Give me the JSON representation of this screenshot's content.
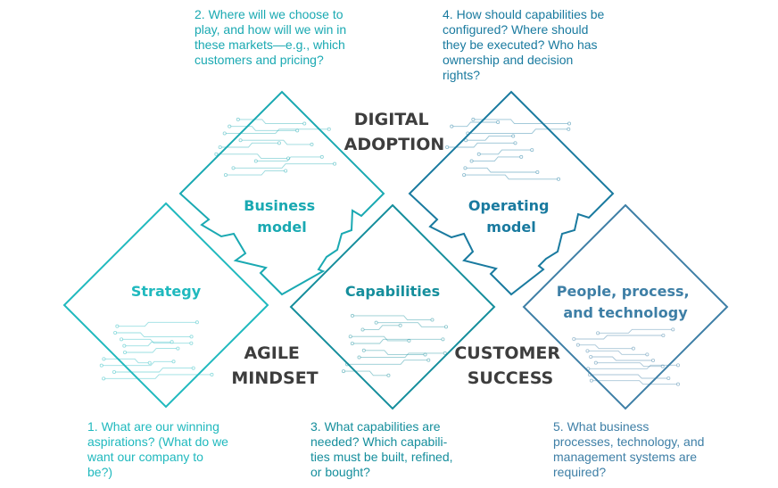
{
  "diamonds": [
    {
      "key": "strategy",
      "lines": [
        "Strategy"
      ],
      "color": "#20b9be"
    },
    {
      "key": "business_model",
      "lines": [
        "Business",
        "model"
      ],
      "color": "#1aa9b2"
    },
    {
      "key": "capabilities",
      "lines": [
        "Capabilities"
      ],
      "color": "#158e9c"
    },
    {
      "key": "operating_model",
      "lines": [
        "Operating",
        "model"
      ],
      "color": "#197a9f"
    },
    {
      "key": "people",
      "lines": [
        "People, process,",
        "and technology"
      ],
      "color": "#3e7fa6"
    }
  ],
  "center_labels": {
    "digital_adoption": [
      "DIGITAL",
      "ADOPTION"
    ],
    "agile_mindset": [
      "AGILE",
      "MINDSET"
    ],
    "customer_success": [
      "CUSTOMER",
      "SUCCESS"
    ]
  },
  "questions": {
    "q1": {
      "num": "1.",
      "lines": [
        "What are our winning",
        "aspirations? (What do we",
        "want our company to",
        "be?)"
      ],
      "color": "#20b9be"
    },
    "q2": {
      "num": "2.",
      "lines": [
        "Where will we choose to",
        "play, and how will we win in",
        "these markets—e.g., which",
        "customers and pricing?"
      ],
      "color": "#1aa9b2"
    },
    "q3": {
      "num": "3.",
      "lines": [
        "What capabilities are",
        "needed? Which capabili-",
        "ties must be built, refined,",
        "or bought?"
      ],
      "color": "#158e9c"
    },
    "q4": {
      "num": "4.",
      "lines": [
        "How should capabilities be",
        "configured? Where should",
        "they be executed? Who has",
        "ownership and decision",
        "rights?"
      ],
      "color": "#197a9f"
    },
    "q5": {
      "num": "5.",
      "lines": [
        "What business",
        "processes, technology, and",
        "management systems are",
        "required?"
      ],
      "color": "#3e7fa6"
    }
  }
}
